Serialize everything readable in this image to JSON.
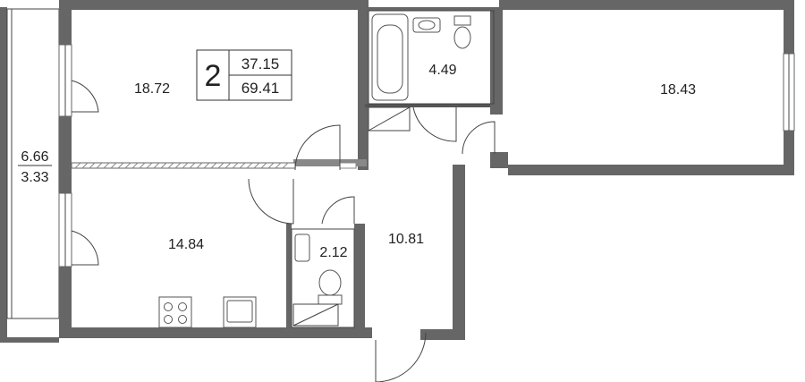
{
  "summary": {
    "rooms": "2",
    "living_area": "37.15",
    "total_area": "69.41"
  },
  "rooms": {
    "bedroom_left": "18.72",
    "bathroom": "4.49",
    "bedroom_right": "18.43",
    "kitchen": "14.84",
    "toilet": "2.12",
    "hall": "10.81"
  },
  "balcony": {
    "area_total": "6.66",
    "area_reduced": "3.33"
  },
  "colors": {
    "wall": "#666666",
    "line": "#333333"
  }
}
